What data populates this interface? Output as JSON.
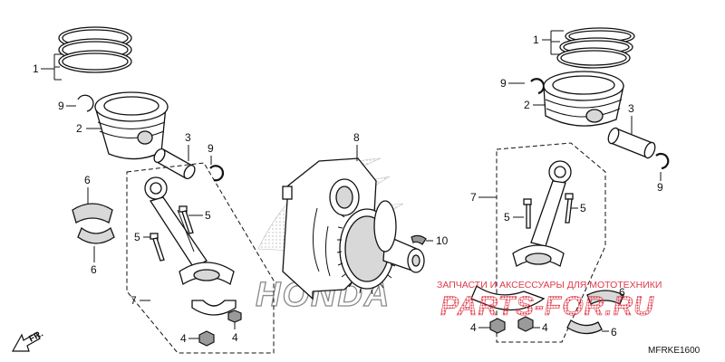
{
  "callouts": {
    "piston_rings": "1",
    "piston": "2",
    "piston_pin": "3",
    "nut": "4",
    "bolt": "5",
    "bearing": "6",
    "conrod": "7",
    "crankshaft": "8",
    "clip": "9",
    "key": "10"
  },
  "labels": {
    "brand": "HONDA",
    "front_arrow": "FR.",
    "diagram_code": "MFRKE1600"
  },
  "watermark": {
    "tagline": "ЗАПЧАСТИ И АКСЕССУАРЫ ДЛЯ МОТОТЕХНИКИ",
    "site": "PARTS-FOR.RU",
    "color": "#e03a4a"
  }
}
